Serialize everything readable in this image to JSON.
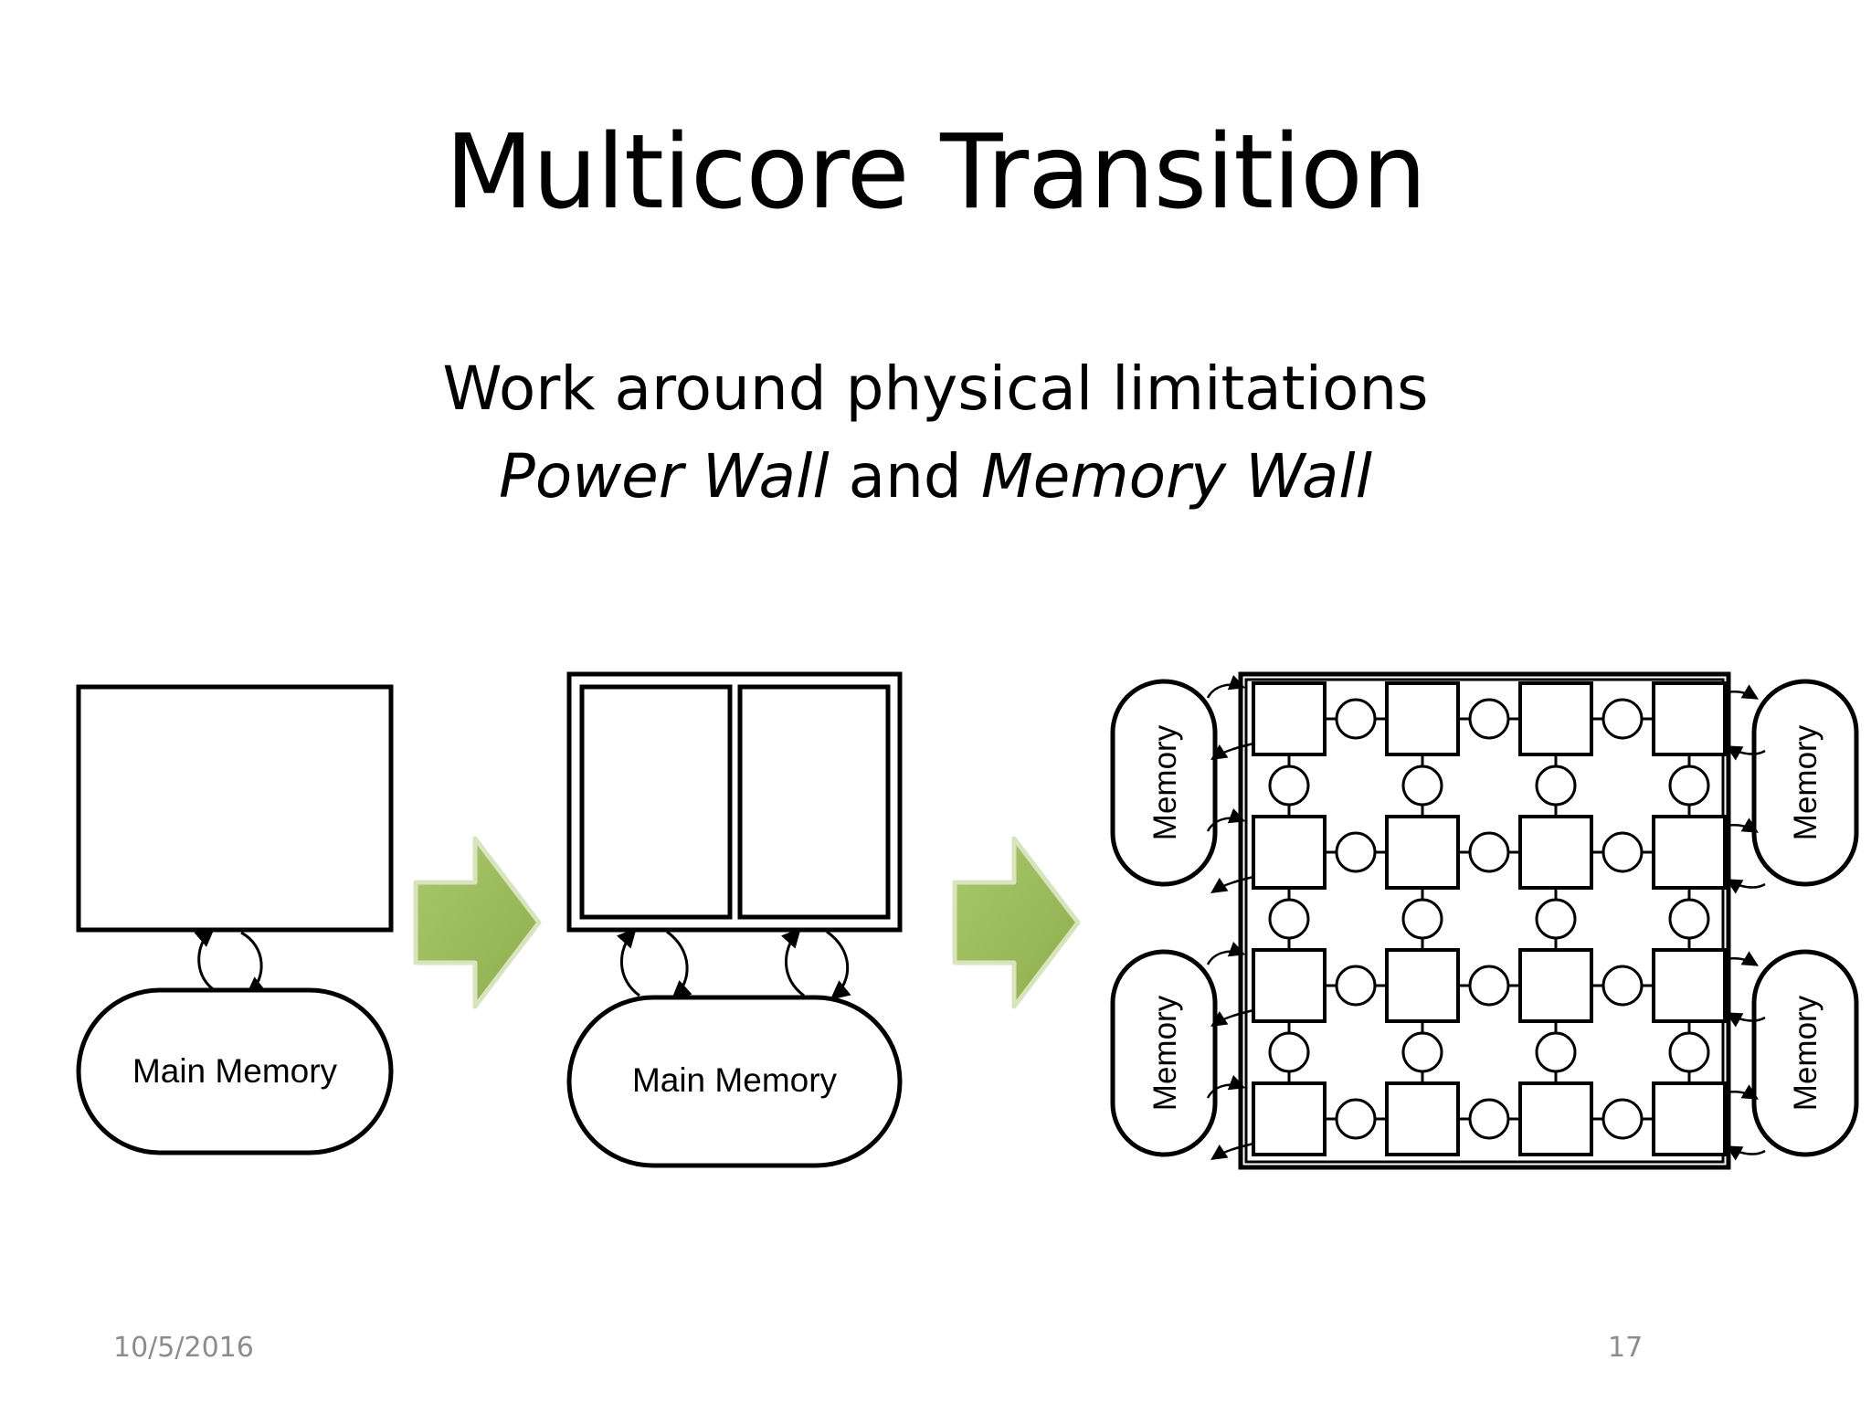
{
  "slide": {
    "title": "Multicore Transition",
    "subtitle_line1": "Work around physical limitations",
    "subtitle_line2": {
      "part1": "Power Wall",
      "part2": " and ",
      "part3": "Memory Wall"
    },
    "date": "10/5/2016",
    "page_number": "17"
  },
  "diagram": {
    "single_core": {
      "memory_label": "Main Memory"
    },
    "dual_core": {
      "memory_label": "Main Memory"
    },
    "manycore": {
      "memory_labels": [
        "Memory",
        "Memory",
        "Memory",
        "Memory"
      ],
      "grid_rows": 4,
      "grid_cols": 4
    },
    "colors": {
      "arrow_fill": "#9bbb59",
      "arrow_edge": "#c8d8a6",
      "line": "#000000",
      "footer_text": "#8c8c8c"
    }
  }
}
